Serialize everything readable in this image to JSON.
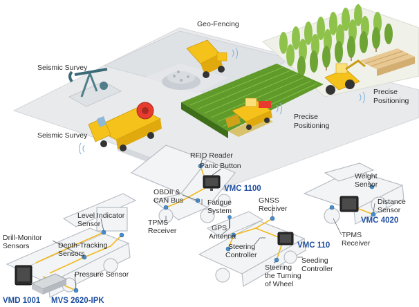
{
  "labels": {
    "geo_fencing": "Geo-Fencing",
    "seismic_survey_top": "Seismic Survey",
    "seismic_survey_bottom": "Seismic Survey",
    "precise_positioning_right_1": "Precise",
    "precise_positioning_right_2": "Positioning",
    "precise_positioning_mid_1": "Precise",
    "precise_positioning_mid_2": "Positioning",
    "rfid_reader": "RFID Reader",
    "panic_button": "Panic Button",
    "obdii_1": "OBDII &",
    "obdii_2": "CAN Bus",
    "fatigue_1": "Fatigue",
    "fatigue_2": "System",
    "tpms_left_1": "TPMS",
    "tpms_left_2": "Receiver",
    "level_indicator_1": "Level Indicator",
    "level_indicator_2": "Sensor",
    "drill_monitor_1": "Drill-Monitor",
    "drill_monitor_2": "Sensors",
    "depth_tracking_1": "Depth-Tracking",
    "depth_tracking_2": "Sensors",
    "pressure_sensor": "Pressure Sensor",
    "gnss_1": "GNSS",
    "gnss_2": "Receiver",
    "gps_1": "GPS",
    "gps_2": "Antenna",
    "steering_controller_1": "Steering",
    "steering_controller_2": "Controller",
    "steering_turning_1": "Steering",
    "steering_turning_2": "the Turning",
    "steering_turning_3": "of Wheel",
    "seeding_1": "Seeding",
    "seeding_2": "Controller",
    "weight_1": "Weight",
    "weight_2": "Sensor",
    "distance_1": "Distance",
    "distance_2": "Sensor",
    "tpms_right_1": "TPMS",
    "tpms_right_2": "Receiver"
  },
  "devices": {
    "vmc1100": "VMC 1100",
    "vmc110": "VMC 110",
    "vmc4020": "VMC 4020",
    "vmd1001": "VMD 1001",
    "mvs2620": "MVS 2620-IPK"
  },
  "colors": {
    "device_label": "#1f4fa0",
    "wiring": "#f3b81c",
    "field_green": "#5f9a2a",
    "vehicle_yellow": "#f5c21b",
    "ground_gray": "#e6e8ea"
  }
}
